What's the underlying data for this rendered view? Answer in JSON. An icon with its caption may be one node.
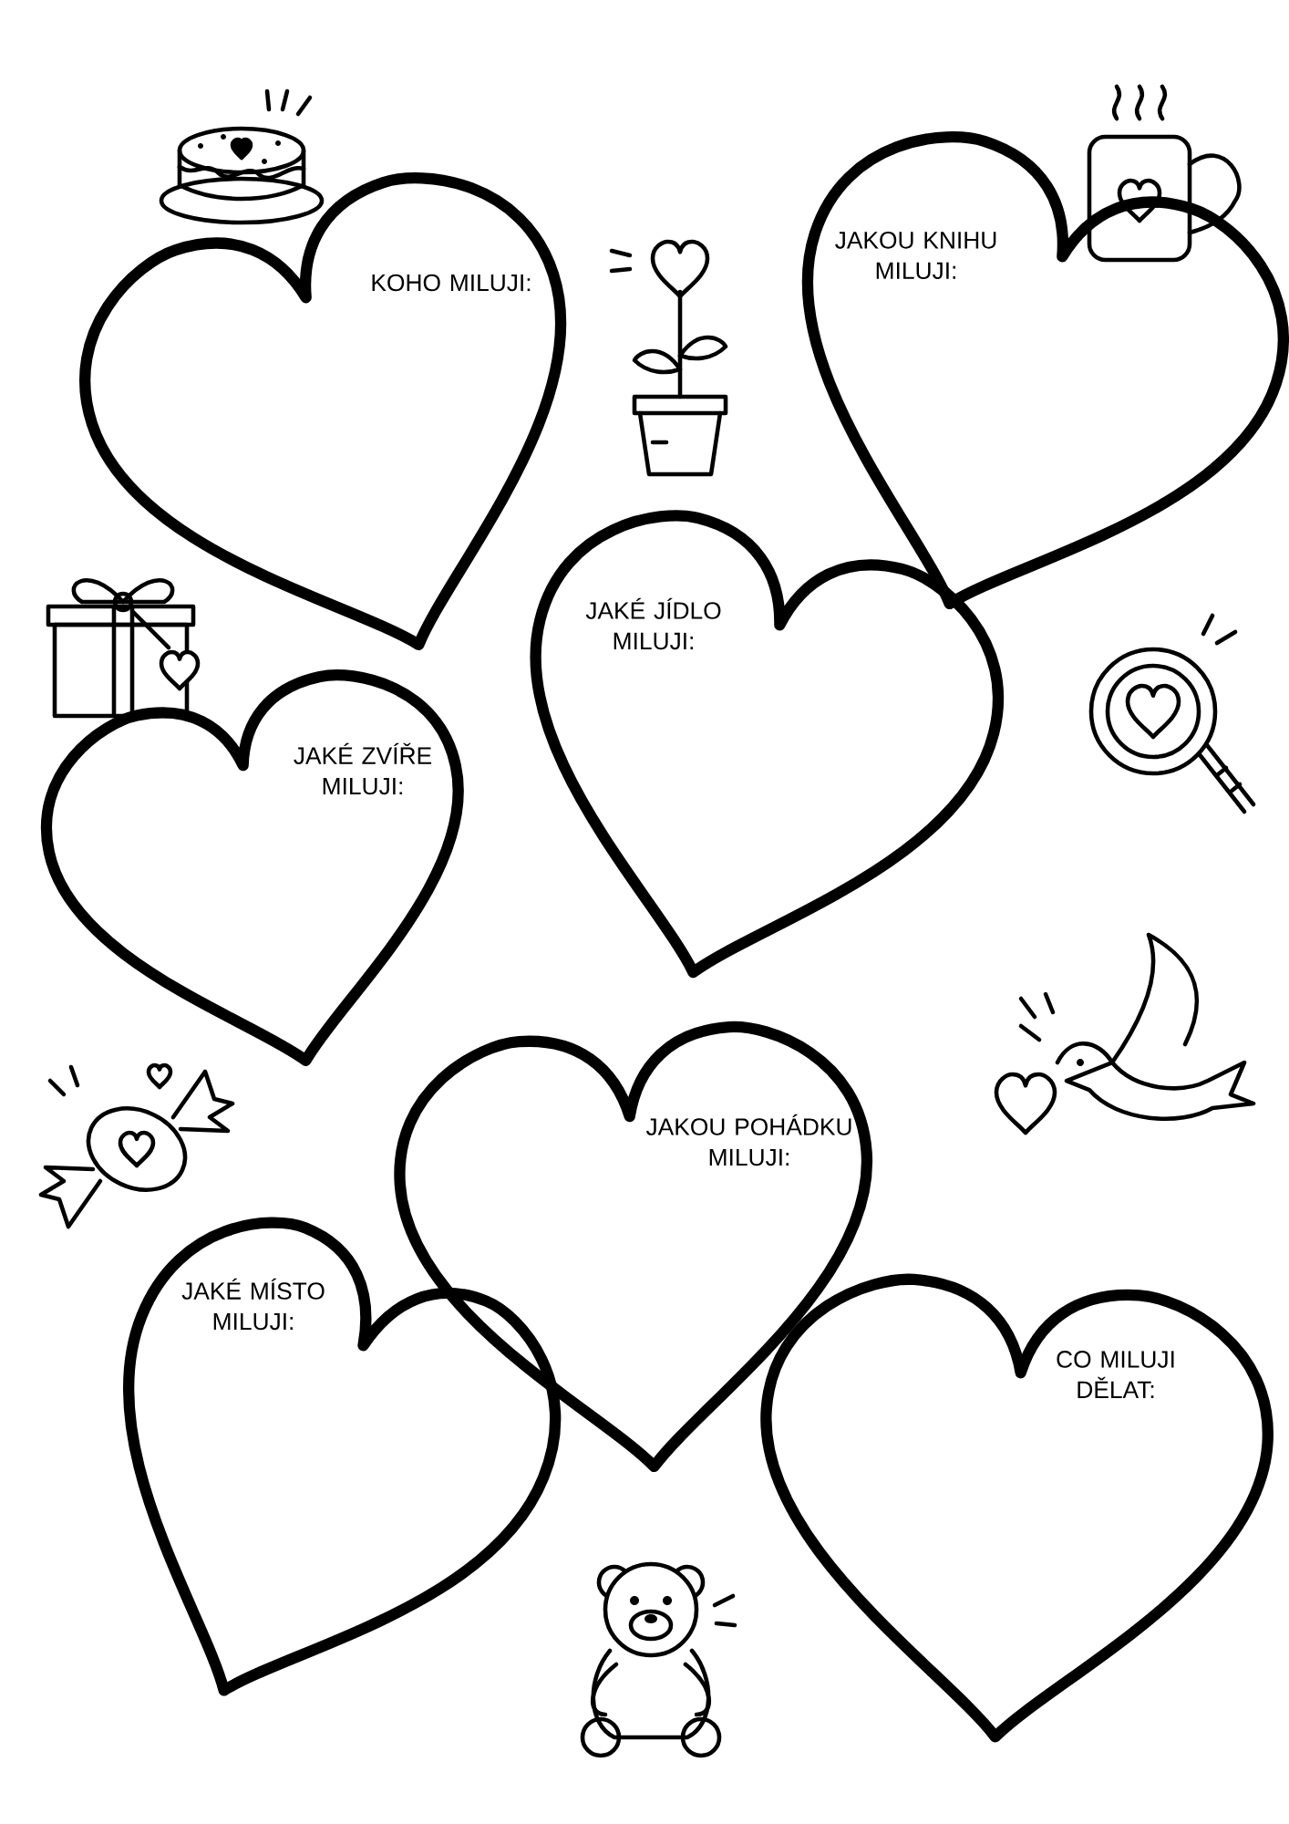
{
  "diagram": {
    "nodes": [
      {
        "text": [
          "KOHO MILUJI:"
        ]
      },
      {
        "text": [
          "JAKOU KNIHU MILUJI:"
        ]
      },
      {
        "text": [
          "JAKÉ JÍDLO MILUJI:"
        ]
      },
      {
        "text": [
          "JAKÉ ZVÍŘE MILUJI:"
        ]
      },
      {
        "text": [
          "JAKOU POHÁDKU MILUJI:"
        ]
      },
      {
        "text": [
          "JAKÉ MÍSTO MILUJI:"
        ]
      },
      {
        "text": [
          "CO MILUJI DĚLAT:"
        ]
      }
    ]
  }
}
